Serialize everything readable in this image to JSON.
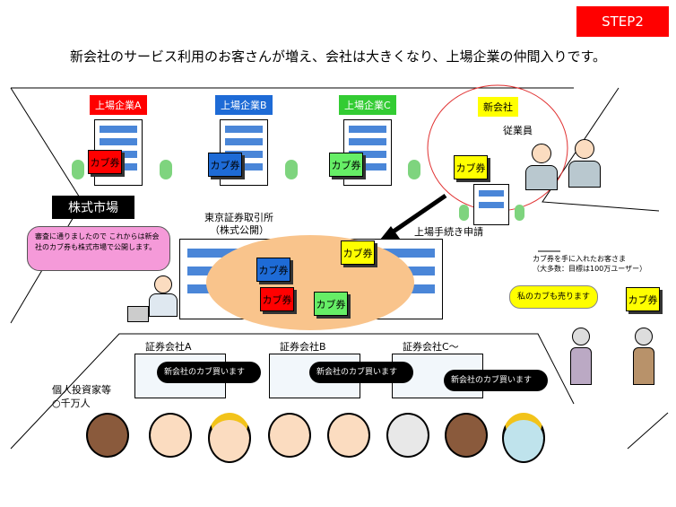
{
  "step_label": "STEP2",
  "headline": "新会社のサービス利用のお客さんが増え、会社は大きくなり、上場企業の仲間入りです。",
  "listed_companies": [
    {
      "name": "上場企業A",
      "color": "#ff0000",
      "text_color": "#ffffff",
      "share_color": "#ff0000"
    },
    {
      "name": "上場企業B",
      "color": "#1e6bd6",
      "text_color": "#ffffff",
      "share_color": "#1e6bd6"
    },
    {
      "name": "上場企業C",
      "color": "#33cc33",
      "text_color": "#ffffff",
      "share_color": "#66ee66"
    }
  ],
  "share_label": "カブ券",
  "new_company": {
    "name": "新会社",
    "color": "#ffff00",
    "employees_label": "従業員"
  },
  "market_label": "株式市場",
  "exchange": {
    "name": "東京証券取引所",
    "sub": "（株式公開）"
  },
  "listing_application": "上場手続き申請",
  "exchange_shares": [
    {
      "label": "カブ券",
      "color": "#ffff00"
    },
    {
      "label": "カブ券",
      "color": "#1e6bd6"
    },
    {
      "label": "カブ券",
      "color": "#ff0000"
    },
    {
      "label": "カブ券",
      "color": "#66ee66"
    }
  ],
  "staff_message": "審査に通りましたので これからは新会社のカブ券も株式市場で公開します。",
  "holder_caption": "カブ券を手に入れたお客さま\n（大多数：目標は100万ユーザー）",
  "holder_bubble": "私のカブも売ります",
  "holder_share_label": "カブ券",
  "brokers": [
    "証券会社A",
    "証券会社B",
    "証券会社C～"
  ],
  "buy_message": "新会社のカブ買います",
  "investors_label": "個人投資家等\n○千万人",
  "colors": {
    "beige": "#f9c48c",
    "building_blue": "#4a86d8",
    "tree_green": "#7ed47e"
  }
}
